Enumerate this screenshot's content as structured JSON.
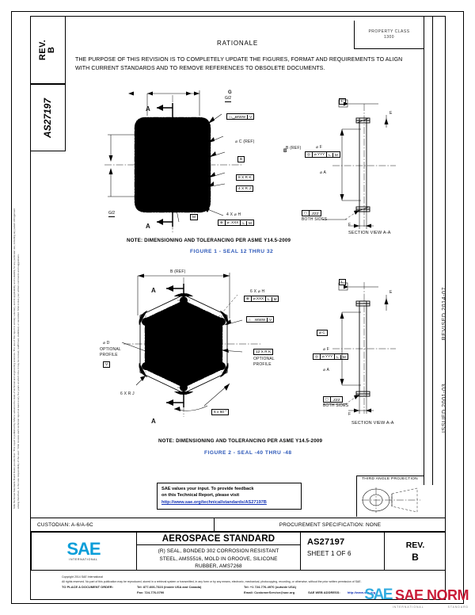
{
  "document": {
    "standard_number": "AS27197",
    "revision": "B",
    "rev_label": "REV.",
    "sheet": "SHEET 1 OF 6",
    "title": "AEROSPACE STANDARD",
    "description": "(R) SEAL, BONDED  302 CORROSION RESISTANT\nSTEEL, AMS5516, MOLD IN GROOVE, SILICONE\nRUBBER, AMS7268",
    "class_box": "PROPERTY CLASS\n1300",
    "issued": "ISSUED 2001-03",
    "revised": "REVISED 2014-07"
  },
  "rationale": {
    "heading": "RATIONALE",
    "body": "THE PURPOSE OF THIS REVISION IS TO COMPLETELY UPDATE THE FIGURES, FORMAT AND REQUIREMENTS TO ALIGN WITH CURRENT STANDARDS AND TO REMOVE REFERENCES TO OBSOLETE DOCUMENTS."
  },
  "figure1": {
    "note": "NOTE:  DIMENSIONING AND TOLERANCING PER ASME Y14.5-2009",
    "caption": "FIGURE 1 - SEAL 12 THRU 32",
    "section_label": "SECTION VIEW A-A",
    "labels": {
      "dim_g": "G",
      "dim_g2_top": "G/2",
      "dim_g2_left": "G/2",
      "section_arrow_a_top": "A",
      "section_arrow_a_bottom": "A",
      "datum_b_right": "B",
      "b_ref": "B (REF)",
      "dia_c_ref": "⌀ C   (REF)",
      "datum_box_b": "B",
      "datum_box_m_lower": "M",
      "surface_www": ".WWW",
      "surface_www_datum": "V",
      "eight_x_rk": "8 X R K",
      "four_x_rj": "4 X R J",
      "four_x_dia_h": "4 X ⌀ H",
      "pos_tol": "⌀ .XXX",
      "pos_datum_l": "L",
      "pos_datum_m": "M",
      "dia_f": "⌀ F",
      "dia_f_tol": "⌀.YYY",
      "dia_f_l": "L",
      "dia_f_m": "M",
      "dia_a": "⌀ A",
      "datum_l_top": "L",
      "flat_zzz": ".ZZZ",
      "both_sides": "BOTH SIDES",
      "dim_e_right": "E",
      "dim_f_bottom": "F",
      "c_left": "C",
      "c_right": "C"
    }
  },
  "figure2": {
    "note": "NOTE: DIMENSIONING AND TOLERANCING PER ASME Y14.5-2009",
    "caption": "FIGURE 2 - SEAL -40 THRU -48",
    "section_label": "SECTION VIEW  A-A",
    "labels": {
      "b_ref": "B (REF)",
      "section_arrow_a_top": "A",
      "section_arrow_a_bottom": "A",
      "six_x_dia_h": "6 X ⌀ H",
      "pos_tol": "⌀.XXX",
      "pos_datum_l": "L",
      "pos_datum_m": "M",
      "surface_www": ".WWW",
      "surface_www_datum": "V",
      "twelve_x_rk": "12 X R K",
      "optional_profile_right": "OPTIONAL\nPROFILE",
      "dia_d": "⌀ D",
      "optional_profile_left": "OPTIONAL\nPROFILE",
      "datum_v": "V",
      "six_x_rj": "6 X R J",
      "six_x_60": "6 x 60 °",
      "dia_c": "⌀ C",
      "dia_f": "⌀ F",
      "dia_f_tol": "⌀.YYY",
      "dia_f_l": "L",
      "dia_f_m": "M",
      "dia_a": "⌀ A",
      "datum_l_top": "L",
      "flat_zzz": ".ZZZ",
      "both_sides": "BOTH SIDES",
      "dim_e_right": "E",
      "dim_f_bottom": "F"
    }
  },
  "feedback": {
    "line1": "SAE values your input. To provide feedback",
    "line2": "on this Technical Report, please visit",
    "url": "http://www.sae.org/technical/standards/AS27197B"
  },
  "third_angle": {
    "title": "THIRD ANGLE PROJECTION"
  },
  "custodian": {
    "left": "CUSTODIAN: A-6/A-6C",
    "right": "PROCUREMENT SPECIFICATION: NONE"
  },
  "logo": {
    "mark": "SAE",
    "sub": "INTERNATIONAL"
  },
  "footer": {
    "copyright": "Copyright 2014 SAE International",
    "rights": "All rights reserved. No part of this publication may be reproduced, stored in a retrieval system or transmitted, in any form or by any means, electronic, mechanical, photocopying, recording, or otherwise, without the prior written permission of SAE.",
    "order_label": "TO PLACE A DOCUMENT ORDER:",
    "tel_us": "Tel: 877-606-7323 (inside USA and Canada)",
    "fax_us": "Fax: 724-776-0790",
    "tel_outside": "Tel: +1 724-776-4970 (outside USA)",
    "email": "Email: CustomerService@sae.org",
    "web_label": "SAE WEB ADDRESS:",
    "web": "http://www.sae.org"
  },
  "left_legal": "SAE Technical Standards Board Rules provide that: “This report is published by SAE to advance the state of technical and engineering sciences. The use of this report is entirely voluntary, and its applicability and suitability for any particular use, including any patent infringement arising therefrom, is the sole responsibility of the user.”  SAE reviews each technical report at least every five years at which time it may be revised, reaffirmed, stabilized, or cancelled. SAE invites your written comments and suggestions.",
  "watermark": {
    "sae": "SAE",
    "norm": "SAE NORM",
    "sub_left": "INTERNATIONAL",
    "sub_right": "STANDARD"
  },
  "colors": {
    "figure_caption": "#2a56b8",
    "link": "#1433b5",
    "logo_blue": "#0a9ed9",
    "watermark_red": "#c8102e"
  }
}
